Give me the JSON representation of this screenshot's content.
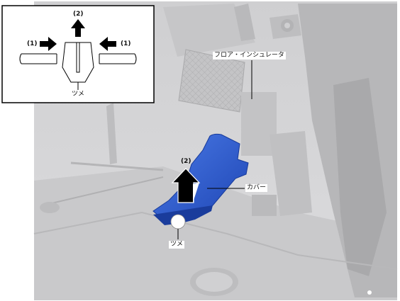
{
  "inset": {
    "label_left": "(1)",
    "label_top": "(2)",
    "label_right": "(1)",
    "label_bottom": "ツメ"
  },
  "callouts": {
    "floor_insulator": "フロア・インシュレータ",
    "step_label": "(2)",
    "cover": "カバー",
    "claw": "ツメ"
  },
  "colors": {
    "cover_blue": "#2f5fd0",
    "interior_gray": "#d4d4d6",
    "line_black": "#000000"
  }
}
